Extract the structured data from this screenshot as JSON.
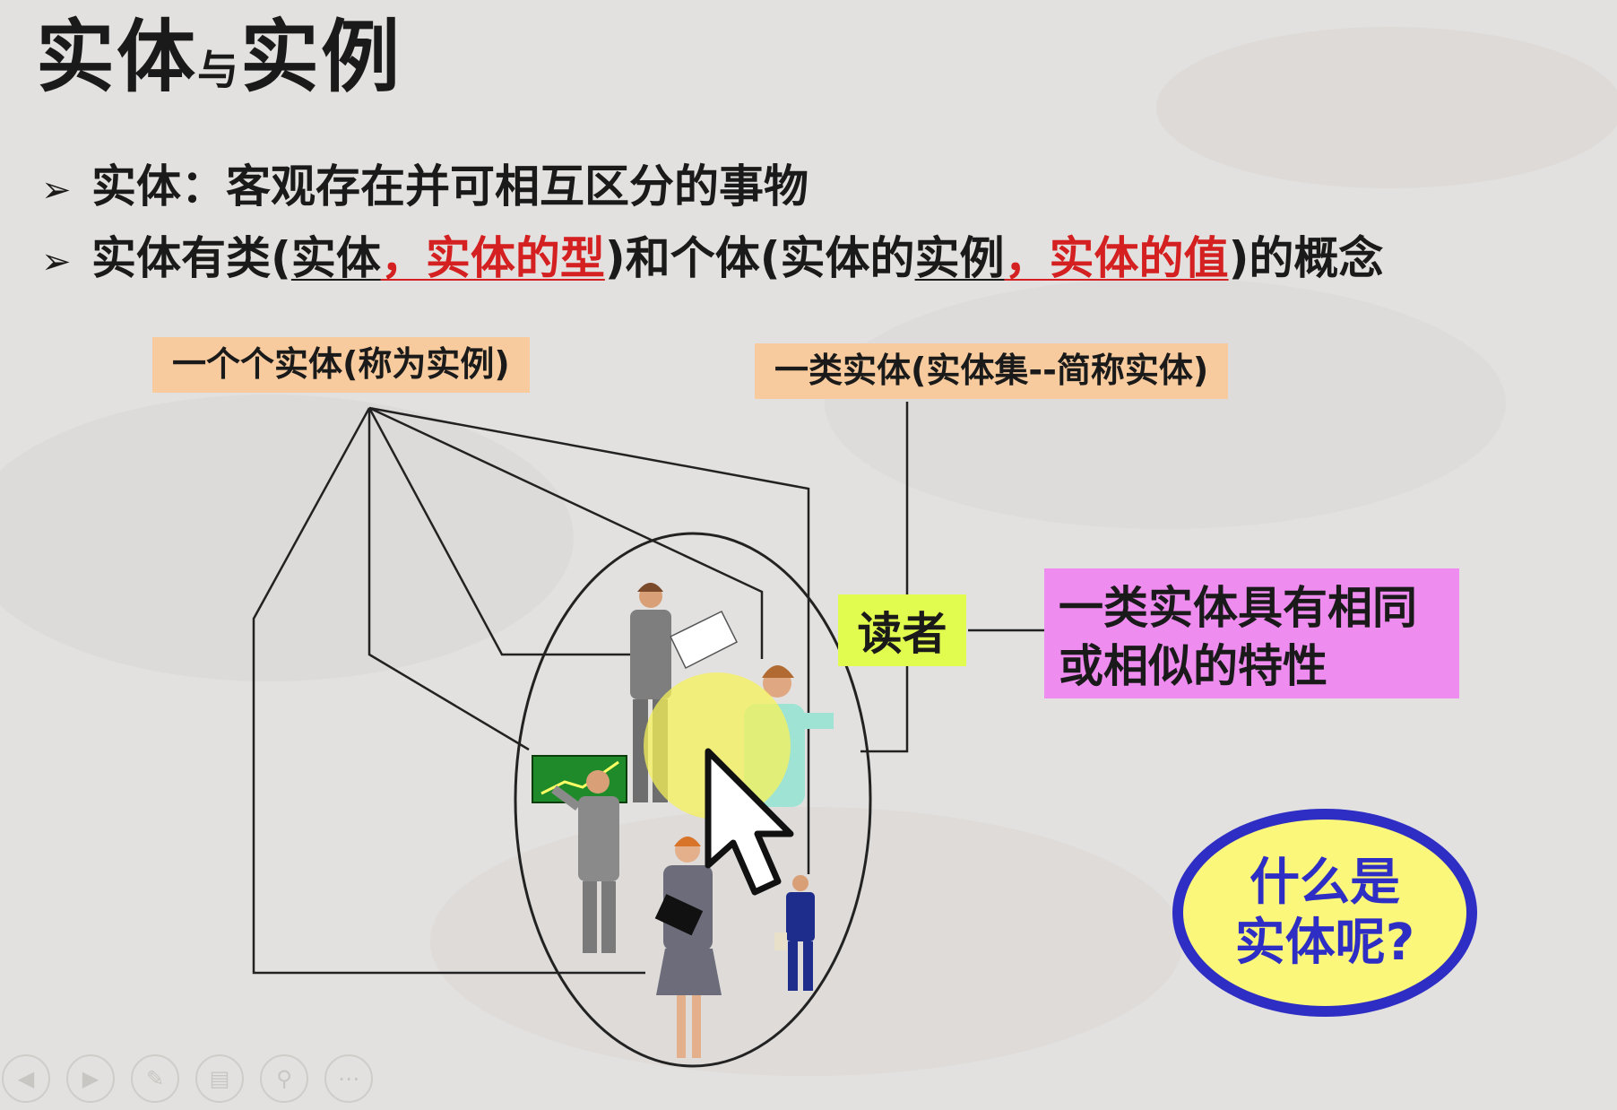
{
  "slide": {
    "title_part1": "实体",
    "title_small": "与",
    "title_part2": "实例",
    "bullet_marker": "➢",
    "bullet1": "实体：客观存在并可相互区分的事物",
    "bullet2": {
      "t1": "实体有类(",
      "t2": "实体",
      "t3": "，实体的型",
      "t4": ")和个体(实体的",
      "t5": "实例",
      "t6": "，实体的值",
      "t7": ")的概念"
    },
    "label_instance": "一个个实体(称为实例)",
    "label_class": "一类实体(实体集--简称实体)",
    "reader_label": "读者",
    "similar_line1": "一类实体具有相同",
    "similar_line2": "或相似的特性",
    "bubble_line1": "什么是",
    "bubble_line2": "实体呢?"
  },
  "colors": {
    "background": "#e3e1df",
    "label_bg": "#f7cb9e",
    "reader_bg": "#e1fb4e",
    "similar_bg": "#ef8cef",
    "bubble_fill": "#fbf77a",
    "bubble_border": "#2e2ec4",
    "emphasis_red": "#d42020"
  },
  "player_toolbar": {
    "icons": [
      "previous-icon",
      "play-icon",
      "pen-icon",
      "slides-icon",
      "zoom-icon",
      "more-icon"
    ]
  }
}
